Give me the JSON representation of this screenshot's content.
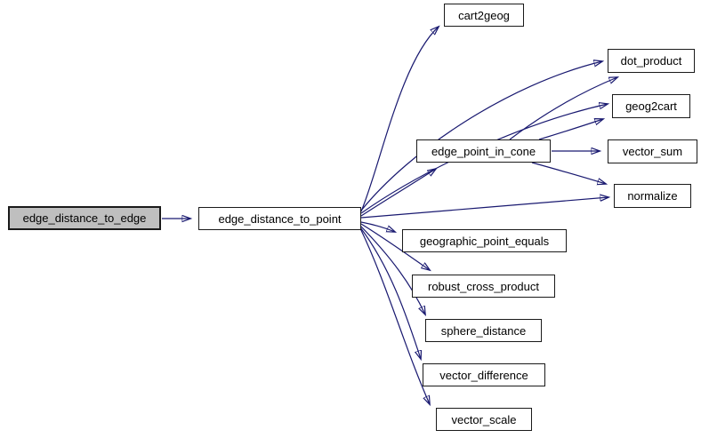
{
  "diagram": {
    "type": "call-graph",
    "background_color": "#ffffff",
    "edge_color": "#191970",
    "node_border_color": "#1a1a1a",
    "node_fill_color": "#ffffff",
    "highlight_fill_color": "#bfbfbf",
    "text_color": "#000000"
  },
  "nodes": [
    {
      "id": "edge_distance_to_edge",
      "label": "edge_distance_to_edge",
      "highlighted": true
    },
    {
      "id": "edge_distance_to_point",
      "label": "edge_distance_to_point",
      "highlighted": false
    },
    {
      "id": "cart2geog",
      "label": "cart2geog",
      "highlighted": false
    },
    {
      "id": "dot_product",
      "label": "dot_product",
      "highlighted": false
    },
    {
      "id": "geog2cart",
      "label": "geog2cart",
      "highlighted": false
    },
    {
      "id": "edge_point_in_cone",
      "label": "edge_point_in_cone",
      "highlighted": false
    },
    {
      "id": "vector_sum",
      "label": "vector_sum",
      "highlighted": false
    },
    {
      "id": "normalize",
      "label": "normalize",
      "highlighted": false
    },
    {
      "id": "geographic_point_equals",
      "label": "geographic_point_equals",
      "highlighted": false
    },
    {
      "id": "robust_cross_product",
      "label": "robust_cross_product",
      "highlighted": false
    },
    {
      "id": "sphere_distance",
      "label": "sphere_distance",
      "highlighted": false
    },
    {
      "id": "vector_difference",
      "label": "vector_difference",
      "highlighted": false
    },
    {
      "id": "vector_scale",
      "label": "vector_scale",
      "highlighted": false
    }
  ],
  "edges": [
    {
      "from": "edge_distance_to_edge",
      "to": "edge_distance_to_point"
    },
    {
      "from": "edge_distance_to_point",
      "to": "cart2geog"
    },
    {
      "from": "edge_distance_to_point",
      "to": "dot_product"
    },
    {
      "from": "edge_distance_to_point",
      "to": "geog2cart"
    },
    {
      "from": "edge_distance_to_point",
      "to": "edge_point_in_cone"
    },
    {
      "from": "edge_distance_to_point",
      "to": "normalize"
    },
    {
      "from": "edge_distance_to_point",
      "to": "geographic_point_equals"
    },
    {
      "from": "edge_distance_to_point",
      "to": "robust_cross_product"
    },
    {
      "from": "edge_distance_to_point",
      "to": "sphere_distance"
    },
    {
      "from": "edge_distance_to_point",
      "to": "vector_difference"
    },
    {
      "from": "edge_distance_to_point",
      "to": "vector_scale"
    },
    {
      "from": "edge_point_in_cone",
      "to": "dot_product"
    },
    {
      "from": "edge_point_in_cone",
      "to": "geog2cart"
    },
    {
      "from": "edge_point_in_cone",
      "to": "vector_sum"
    },
    {
      "from": "edge_point_in_cone",
      "to": "normalize"
    }
  ]
}
